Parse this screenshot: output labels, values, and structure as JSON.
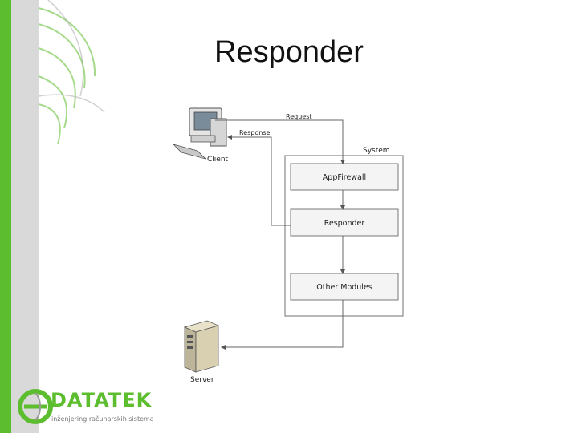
{
  "slide": {
    "title": "Responder"
  },
  "diagram": {
    "client_label": "Client",
    "server_label": "Server",
    "system_label": "System",
    "request_label": "Request",
    "response_label": "Response",
    "boxes": [
      {
        "label": "AppFirewall"
      },
      {
        "label": "Responder"
      },
      {
        "label": "Other Modules"
      }
    ]
  },
  "logo": {
    "name": "DATATEK",
    "tagline": "inženjering računarskih sistema"
  },
  "colors": {
    "accent_green": "#5cbd2e",
    "side_gray": "#d9d9d9"
  }
}
